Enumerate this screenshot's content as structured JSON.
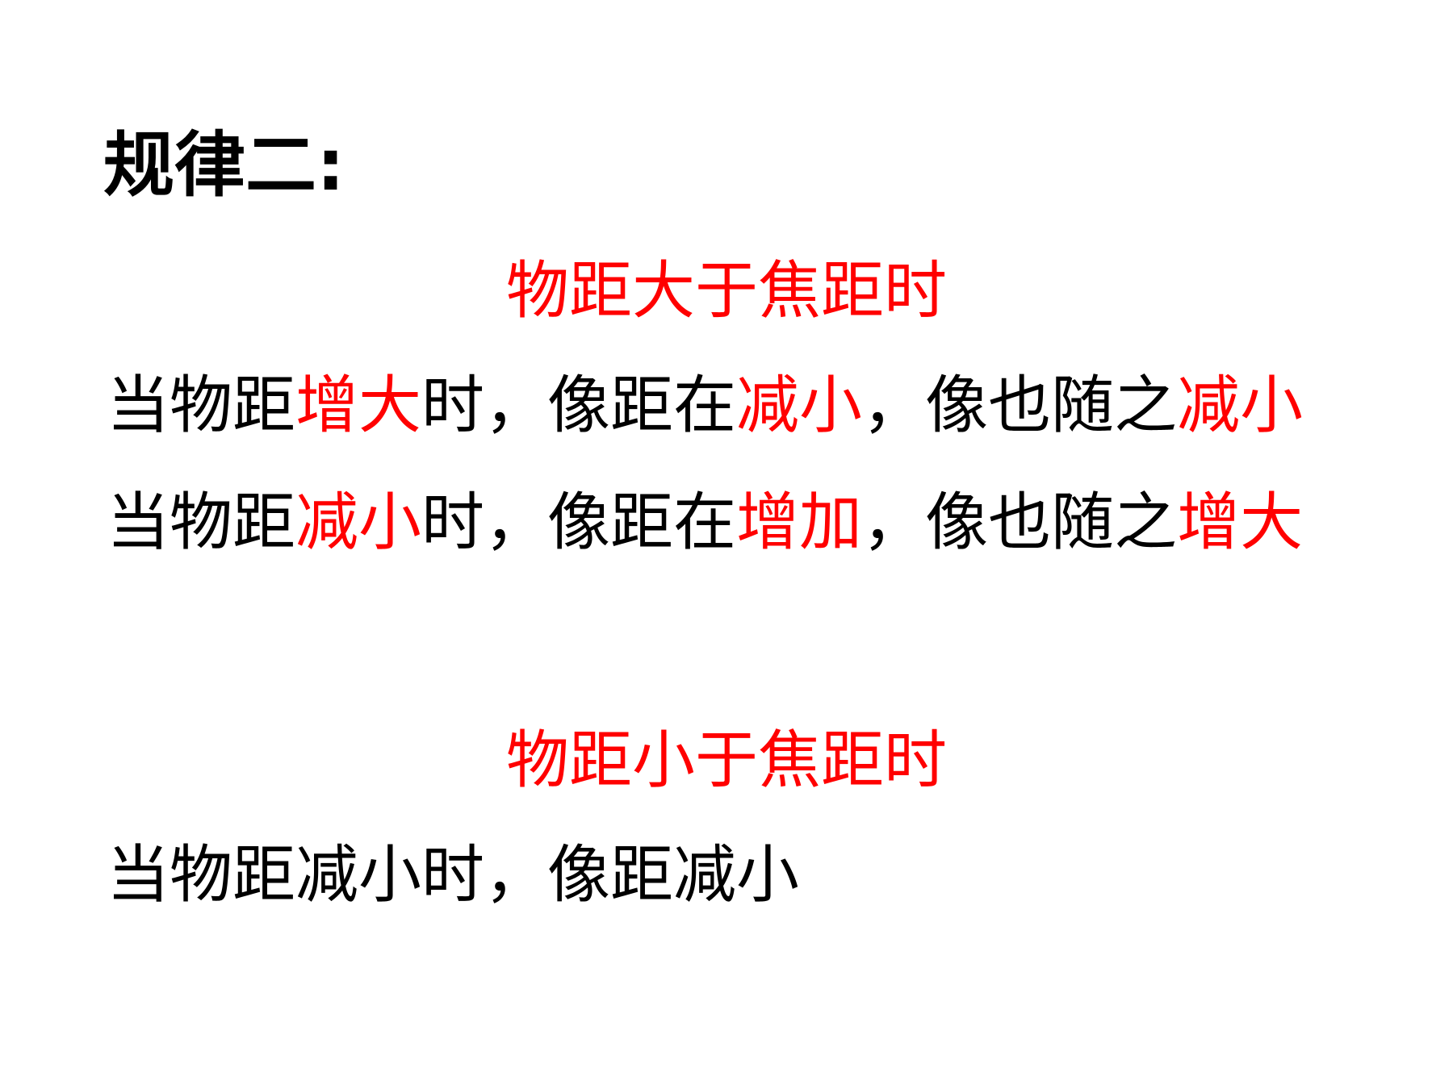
{
  "colors": {
    "text": "#000000",
    "accent": "#ff0000",
    "background": "#ffffff"
  },
  "title": "规律二:",
  "section1": {
    "heading": "物距大于焦距时",
    "line1": [
      "当物距",
      "增大",
      "时，像距在",
      "减小",
      "，像也随之",
      "减小"
    ],
    "line2": [
      "当物距",
      "减小",
      "时，像距在",
      "增加",
      "，像也随之",
      "增大"
    ]
  },
  "section2": {
    "heading": "物距小于焦距时",
    "line1": "当物距减小时，像距减小"
  }
}
